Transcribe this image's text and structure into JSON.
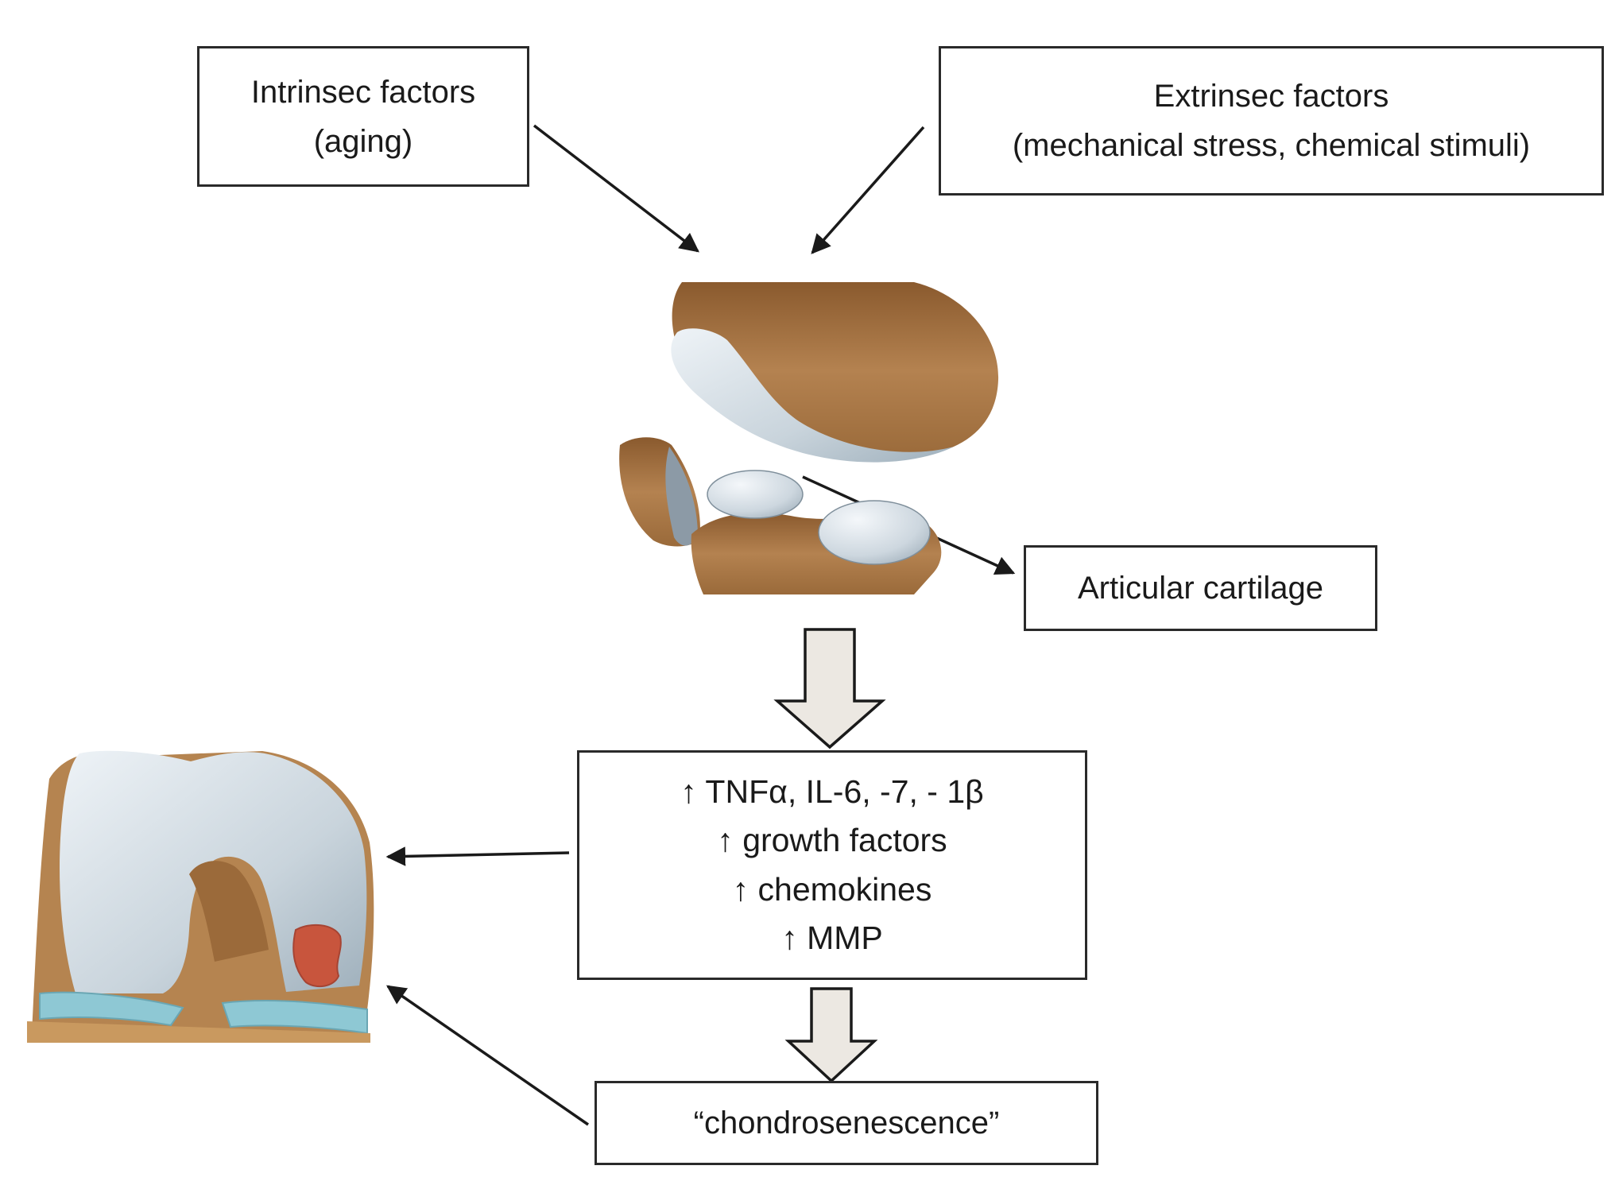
{
  "diagram": {
    "intrinsic_box": {
      "line1": "Intrinsec factors",
      "line2": "(aging)"
    },
    "extrinsic_box": {
      "line1": "Extrinsec factors",
      "line2": "(mechanical stress, chemical stimuli)"
    },
    "cartilage_box": {
      "label": "Articular cartilage"
    },
    "mediators_box": {
      "line1": "↑ TNFα, IL-6, -7, - 1β",
      "line2": "↑ growth factors",
      "line3": "↑ chemokines",
      "line4": "↑ MMP"
    },
    "chondro_box": {
      "label": "“chondrosenescence”"
    },
    "colors": {
      "bone": "#b07a45",
      "cartilage": "#d6e0e8",
      "meniscus": "#8ec8d4",
      "lesion": "#c8553d",
      "block_arrow_fill": "#ece8e2"
    }
  }
}
